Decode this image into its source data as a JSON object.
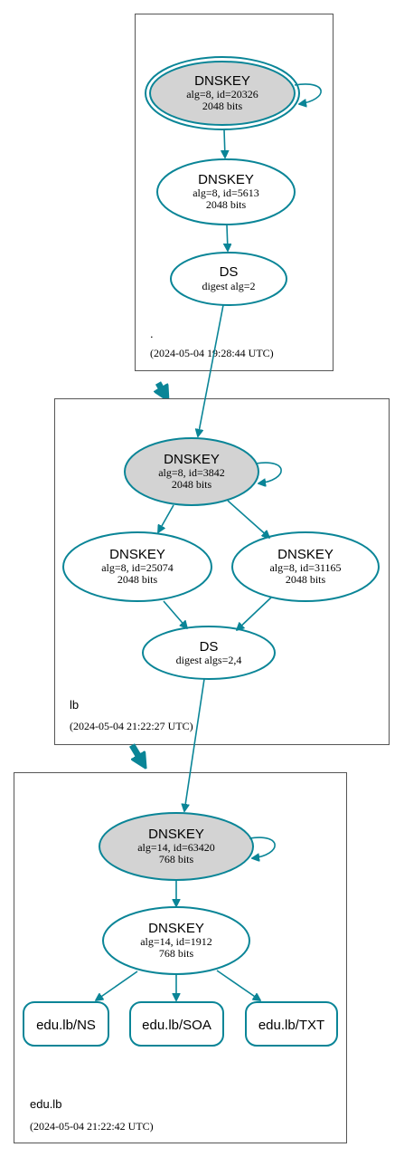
{
  "zones": {
    "root": {
      "name": ".",
      "timestamp": "(2024-05-04 19:28:44 UTC)",
      "ksk": {
        "type": "DNSKEY",
        "line1": "alg=8, id=20326",
        "line2": "2048 bits"
      },
      "zsk": {
        "type": "DNSKEY",
        "line1": "alg=8, id=5613",
        "line2": "2048 bits"
      },
      "ds": {
        "type": "DS",
        "line1": "digest alg=2"
      }
    },
    "lb": {
      "name": "lb",
      "timestamp": "(2024-05-04 21:22:27 UTC)",
      "ksk": {
        "type": "DNSKEY",
        "line1": "alg=8, id=3842",
        "line2": "2048 bits"
      },
      "zsk1": {
        "type": "DNSKEY",
        "line1": "alg=8, id=25074",
        "line2": "2048 bits"
      },
      "zsk2": {
        "type": "DNSKEY",
        "line1": "alg=8, id=31165",
        "line2": "2048 bits"
      },
      "ds": {
        "type": "DS",
        "line1": "digest algs=2,4"
      }
    },
    "edu_lb": {
      "name": "edu.lb",
      "timestamp": "(2024-05-04 21:22:42 UTC)",
      "ksk": {
        "type": "DNSKEY",
        "line1": "alg=14, id=63420",
        "line2": "768 bits"
      },
      "zsk": {
        "type": "DNSKEY",
        "line1": "alg=14, id=1912",
        "line2": "768 bits"
      },
      "rrsets": [
        "edu.lb/NS",
        "edu.lb/SOA",
        "edu.lb/TXT"
      ]
    }
  },
  "colors": {
    "edge": "#0a8597",
    "ksk_fill": "#d3d3d3",
    "zone_border": "#555555"
  }
}
